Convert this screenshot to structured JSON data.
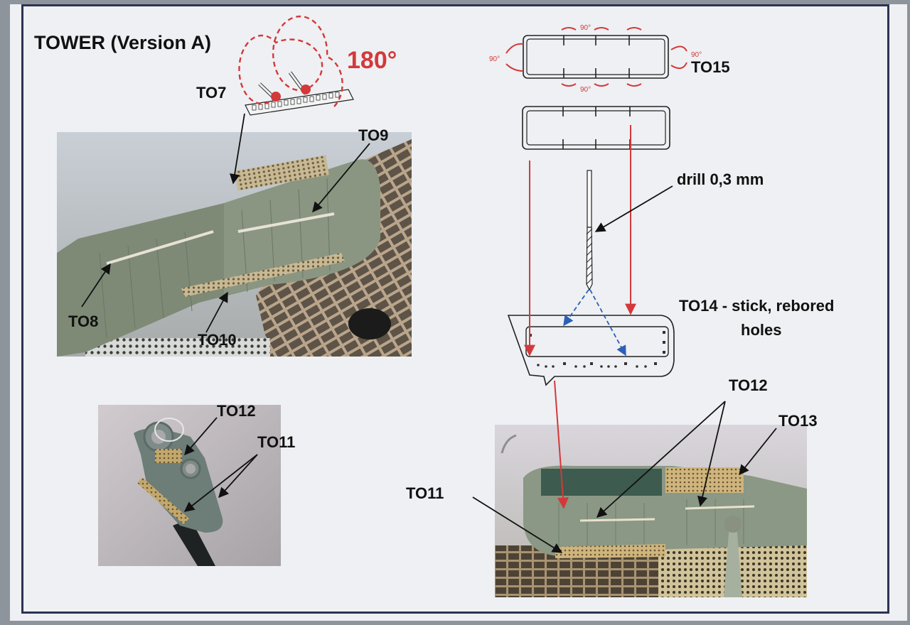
{
  "title": "TOWER (Version A)",
  "rotation_angle": "180°",
  "bend_angle": "90°",
  "parts": {
    "to7": "TO7",
    "to8": "TO8",
    "to9": "TO9",
    "to10": "TO10",
    "to11_left": "TO11",
    "to12_left": "TO12",
    "to11_right": "TO11",
    "to12_right": "TO12",
    "to13": "TO13",
    "to15": "TO15"
  },
  "notes": {
    "drill": "drill 0,3 mm",
    "to14_line1": "TO14 - stick, rebored",
    "to14_line2": "holes"
  },
  "colors": {
    "red_arrow": "#d3393a",
    "blue_arrow": "#2c5fb8",
    "frame": "#2b3354",
    "paper": "#eef0f3"
  }
}
